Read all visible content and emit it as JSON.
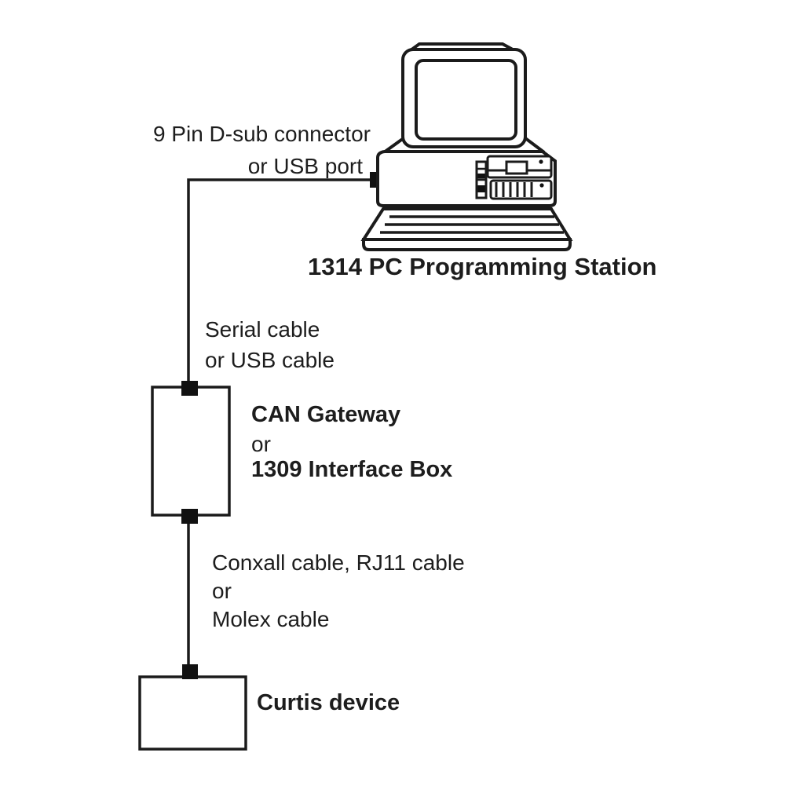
{
  "diagram": {
    "background_color": "#ffffff",
    "line_color": "#1b1b1b",
    "text_color": "#1d1d1d",
    "pc": {
      "caption": "1314 PC Programming Station",
      "port_label": [
        "9 Pin D-sub connector",
        "or USB port"
      ]
    },
    "cable_pc_to_gateway": {
      "label": [
        "Serial cable",
        "or USB cable"
      ]
    },
    "gateway": {
      "label": [
        "CAN Gateway",
        "or",
        "1309 Interface Box"
      ]
    },
    "cable_gateway_to_device": {
      "label": [
        "Conxall cable, RJ11 cable",
        "or",
        "Molex cable"
      ]
    },
    "device": {
      "caption": "Curtis device"
    }
  }
}
